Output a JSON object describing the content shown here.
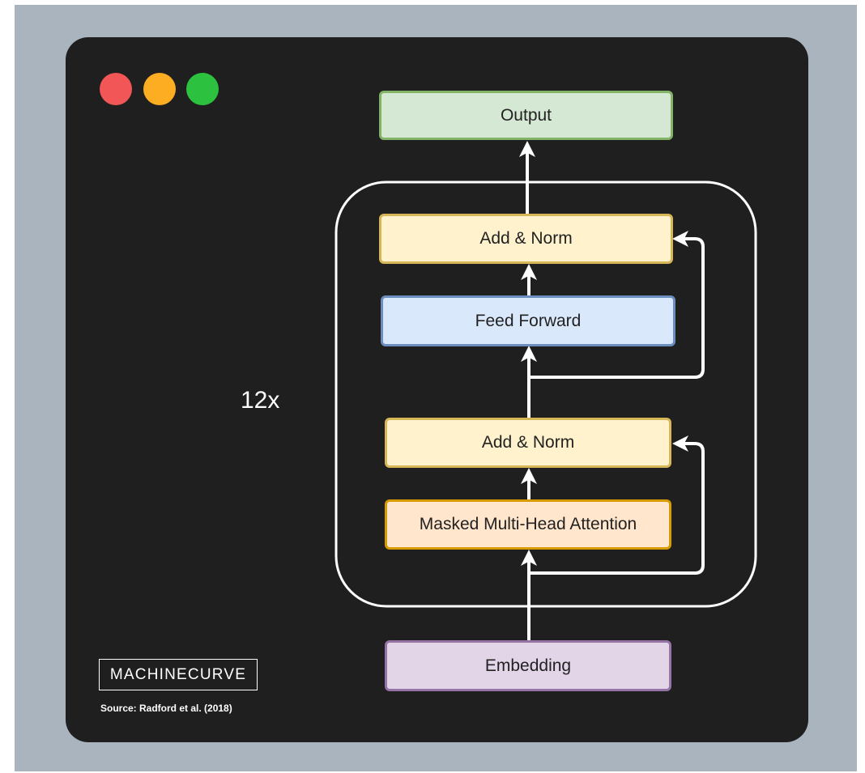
{
  "window_controls": {
    "close_color": "#f25656",
    "minimize_color": "#fcad22",
    "maximize_color": "#2cc240"
  },
  "diagram": {
    "repeat_label": "12x",
    "blocks": {
      "output": "Output",
      "add_norm_top": "Add & Norm",
      "feed_forward": "Feed Forward",
      "add_norm_bottom": "Add & Norm",
      "masked_attention": "Masked Multi-Head Attention",
      "embedding": "Embedding"
    },
    "colors": {
      "output": "#d5e8d4",
      "add_norm": "#fff2cc",
      "feed_forward": "#dae8fc",
      "masked_attention": "#ffe6cc",
      "embedding": "#e1d5e7"
    }
  },
  "branding": {
    "logo_text": "MACHINECURVE",
    "source": "Source: Radford et al. (2018)"
  }
}
